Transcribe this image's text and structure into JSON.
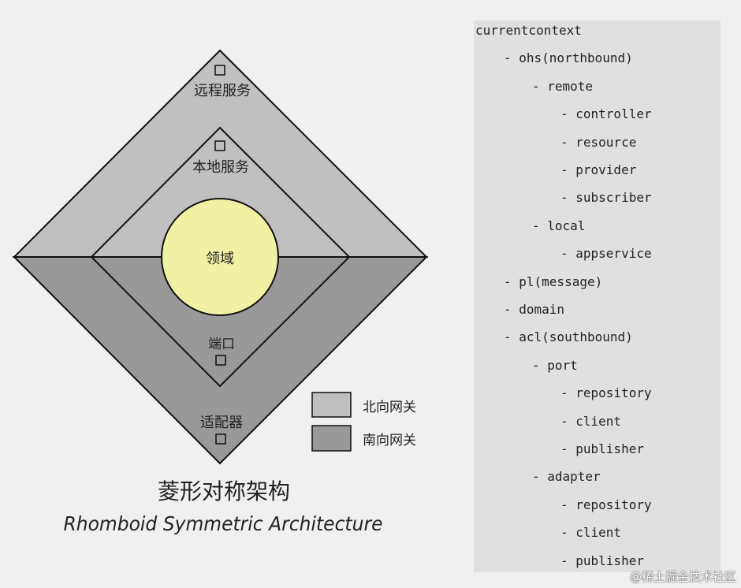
{
  "colors": {
    "background": "#f0f0f0",
    "northbound_fill": "#c0c0c0",
    "southbound_fill": "#999999",
    "domain_fill": "#f1f1a6",
    "tree_panel": "#e0e0e0",
    "stroke": "#111111"
  },
  "diagram": {
    "outer_top_label": "远程服务",
    "inner_top_label": "本地服务",
    "domain_label": "领域",
    "inner_bottom_label": "端口",
    "outer_bottom_label": "适配器",
    "title_cn": "菱形对称架构",
    "title_en": "Rhomboid Symmetric Architecture"
  },
  "legend": {
    "northbound_label": "北向网关",
    "southbound_label": "南向网关"
  },
  "tree": [
    {
      "depth": 0,
      "text": "currentcontext"
    },
    {
      "depth": 1,
      "text": "- ohs(northbound)"
    },
    {
      "depth": 2,
      "text": "- remote"
    },
    {
      "depth": 3,
      "text": "- controller"
    },
    {
      "depth": 3,
      "text": "- resource"
    },
    {
      "depth": 3,
      "text": "- provider"
    },
    {
      "depth": 3,
      "text": "- subscriber"
    },
    {
      "depth": 2,
      "text": "- local"
    },
    {
      "depth": 3,
      "text": "- appservice"
    },
    {
      "depth": 1,
      "text": "- pl(message)"
    },
    {
      "depth": 1,
      "text": "- domain"
    },
    {
      "depth": 1,
      "text": "- acl(southbound)"
    },
    {
      "depth": 2,
      "text": "- port"
    },
    {
      "depth": 3,
      "text": "- repository"
    },
    {
      "depth": 3,
      "text": "- client"
    },
    {
      "depth": 3,
      "text": "- publisher"
    },
    {
      "depth": 2,
      "text": "- adapter"
    },
    {
      "depth": 3,
      "text": "- repository"
    },
    {
      "depth": 3,
      "text": "- client"
    },
    {
      "depth": 3,
      "text": "- publisher"
    }
  ],
  "watermark": "@稀土掘金技术社区"
}
